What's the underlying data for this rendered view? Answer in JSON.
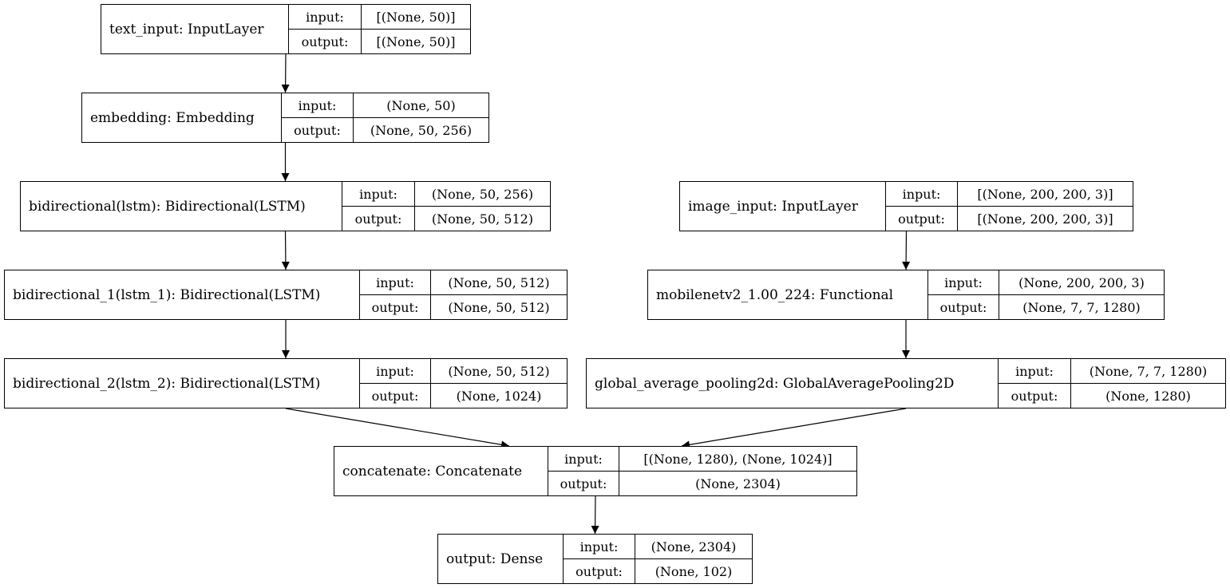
{
  "nodes": [
    {
      "id": "text_input",
      "name": "text_input: InputLayer",
      "input_label": "input:",
      "output_label": "output:",
      "input": "[(None, 50)]",
      "output": "[(None, 50)]"
    },
    {
      "id": "embedding",
      "name": "embedding: Embedding",
      "input_label": "input:",
      "output_label": "output:",
      "input": "(None, 50)",
      "output": "(None, 50, 256)"
    },
    {
      "id": "bidirectional",
      "name": "bidirectional(lstm): Bidirectional(LSTM)",
      "input_label": "input:",
      "output_label": "output:",
      "input": "(None, 50, 256)",
      "output": "(None, 50, 512)"
    },
    {
      "id": "bidirectional_1",
      "name": "bidirectional_1(lstm_1): Bidirectional(LSTM)",
      "input_label": "input:",
      "output_label": "output:",
      "input": "(None, 50, 512)",
      "output": "(None, 50, 512)"
    },
    {
      "id": "bidirectional_2",
      "name": "bidirectional_2(lstm_2): Bidirectional(LSTM)",
      "input_label": "input:",
      "output_label": "output:",
      "input": "(None, 50, 512)",
      "output": "(None, 1024)"
    },
    {
      "id": "image_input",
      "name": "image_input: InputLayer",
      "input_label": "input:",
      "output_label": "output:",
      "input": "[(None, 200, 200, 3)]",
      "output": "[(None, 200, 200, 3)]"
    },
    {
      "id": "mobilenet",
      "name": "mobilenetv2_1.00_224: Functional",
      "input_label": "input:",
      "output_label": "output:",
      "input": "(None, 200, 200, 3)",
      "output": "(None, 7, 7, 1280)"
    },
    {
      "id": "gap",
      "name": "global_average_pooling2d: GlobalAveragePooling2D",
      "input_label": "input:",
      "output_label": "output:",
      "input": "(None, 7, 7, 1280)",
      "output": "(None, 1280)"
    },
    {
      "id": "concatenate",
      "name": "concatenate: Concatenate",
      "input_label": "input:",
      "output_label": "output:",
      "input": "[(None, 1280), (None, 1024)]",
      "output": "(None, 2304)"
    },
    {
      "id": "output",
      "name": "output: Dense",
      "input_label": "input:",
      "output_label": "output:",
      "input": "(None, 2304)",
      "output": "(None, 102)"
    }
  ],
  "edges": [
    {
      "from": "text_input",
      "to": "embedding"
    },
    {
      "from": "embedding",
      "to": "bidirectional"
    },
    {
      "from": "bidirectional",
      "to": "bidirectional_1"
    },
    {
      "from": "bidirectional_1",
      "to": "bidirectional_2"
    },
    {
      "from": "image_input",
      "to": "mobilenet"
    },
    {
      "from": "mobilenet",
      "to": "gap"
    },
    {
      "from": "bidirectional_2",
      "to": "concatenate"
    },
    {
      "from": "gap",
      "to": "concatenate"
    },
    {
      "from": "concatenate",
      "to": "output"
    }
  ]
}
